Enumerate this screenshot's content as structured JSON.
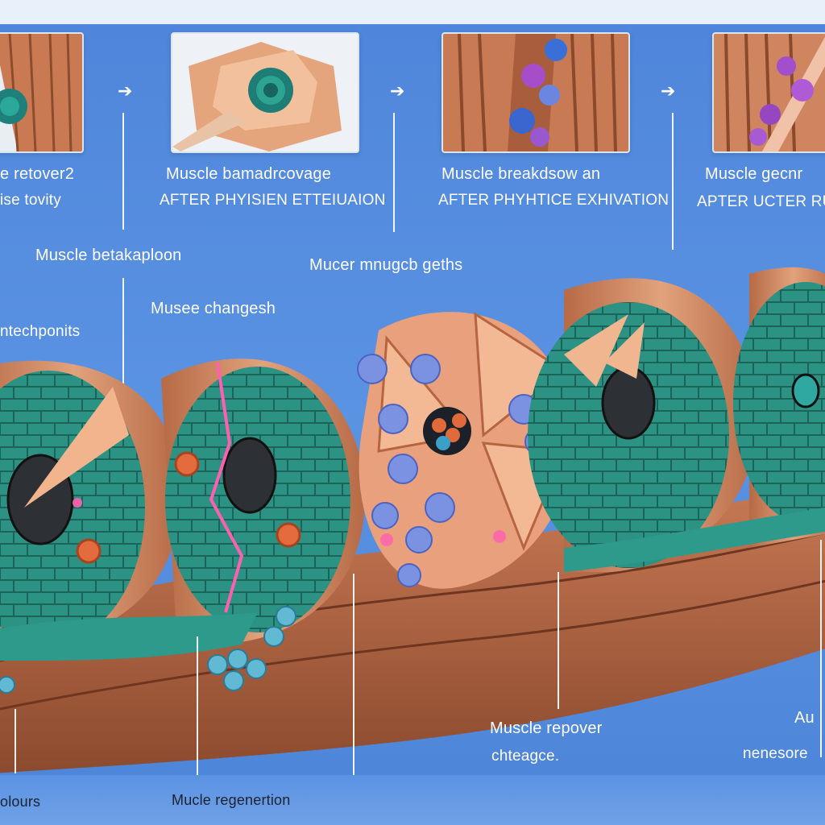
{
  "top_panels": [
    {
      "name": "panel-1",
      "caption_line1": "e retover2",
      "caption_line2": "ise tovity"
    },
    {
      "name": "panel-2",
      "caption_line1": "Muscle bamadrcovage",
      "caption_line2": "AFTER PHYISIEN ETTEIUAION"
    },
    {
      "name": "panel-3",
      "caption_line1": "Muscle breakdsow an",
      "caption_line2": "AFTER PHYHTICE EXHIVATION"
    },
    {
      "name": "panel-4",
      "caption_line1": "Muscle gecnr",
      "caption_line2": "APTER UCTER RUS"
    }
  ],
  "labels": {
    "breakdown": "Muscle betakaploon",
    "changes": "Musee changesh",
    "mucer": "Mucer mnugcb geths",
    "endpoints": "ntechponits",
    "repover_line1": "Muscle repover",
    "repover_line2": "chteagce.",
    "au_line1": "Au",
    "au_line2": "nenesore",
    "colours": "olours",
    "regeneration": "Mucle regenertion"
  },
  "colors": {
    "background_blue": "#4f86db",
    "muscle_tan": "#d9916a",
    "muscle_dark": "#9c5a3a",
    "fiber_teal": "#2f9a8a",
    "cell_blue": "#6f8fd8",
    "accent_pink": "#ff5fb0"
  },
  "icons": [
    "arrow-right-icon"
  ]
}
